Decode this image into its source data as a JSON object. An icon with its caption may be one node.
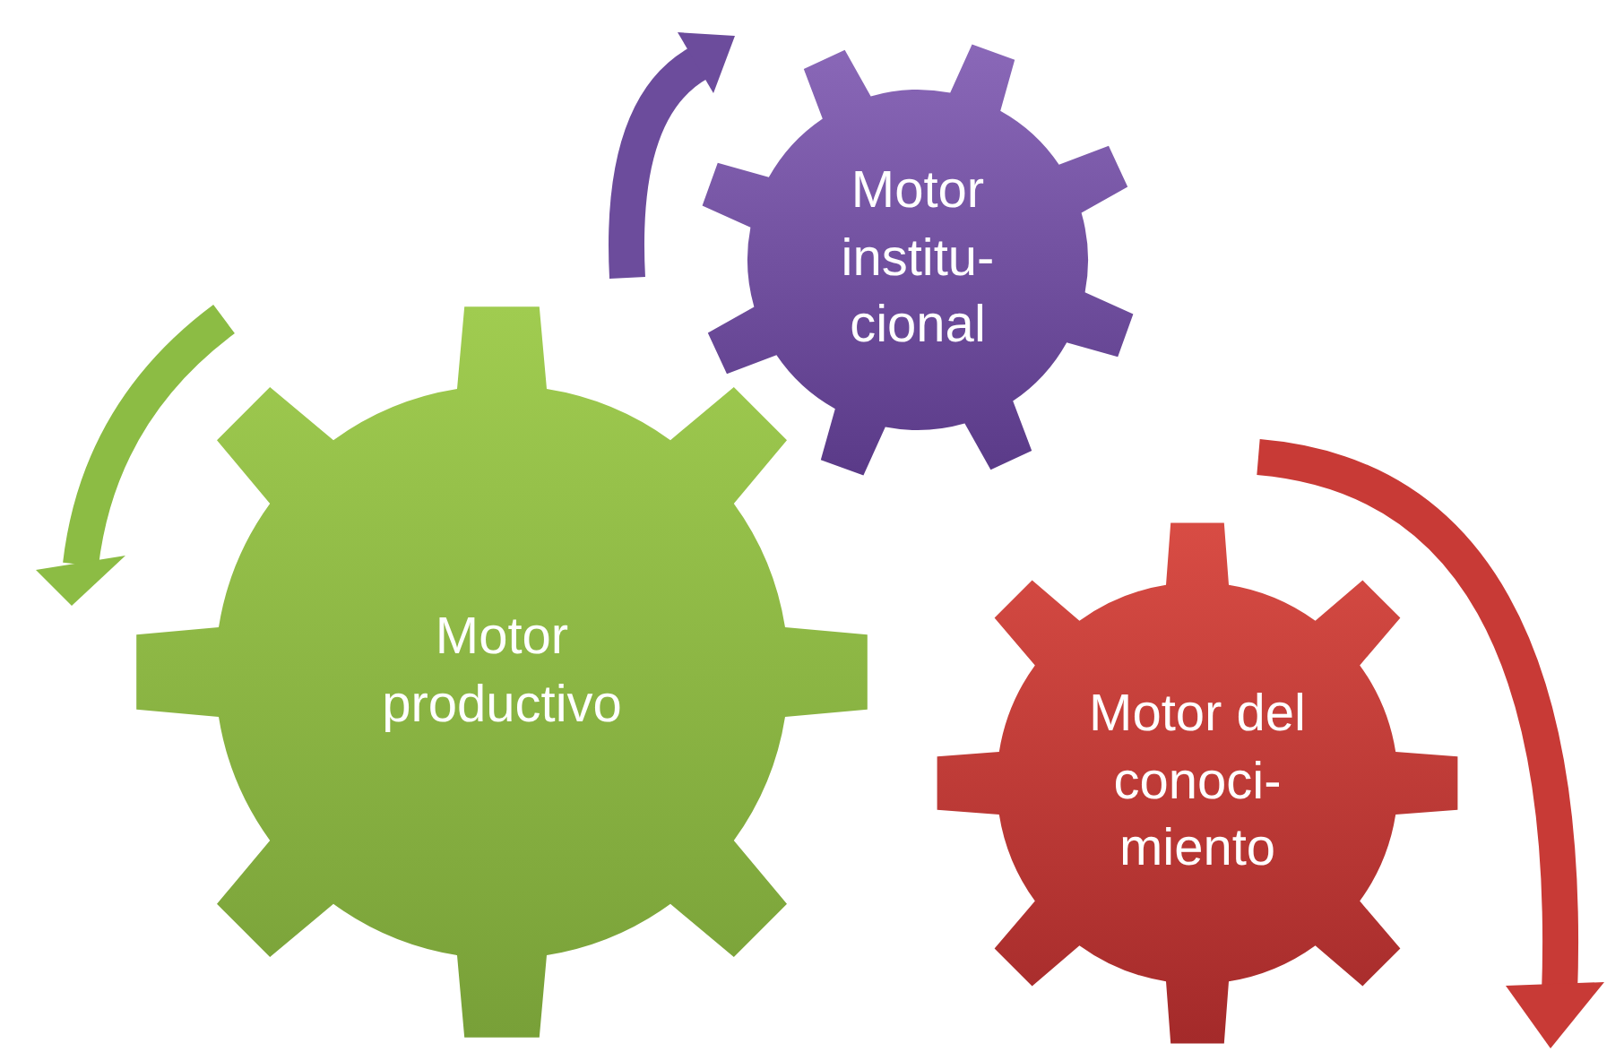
{
  "diagram": {
    "nodes": [
      {
        "text": [
          "Motor productivo"
        ]
      },
      {
        "text": [
          "Motor institu- cional"
        ]
      },
      {
        "text": [
          "Motor del conoci- miento"
        ]
      }
    ]
  }
}
